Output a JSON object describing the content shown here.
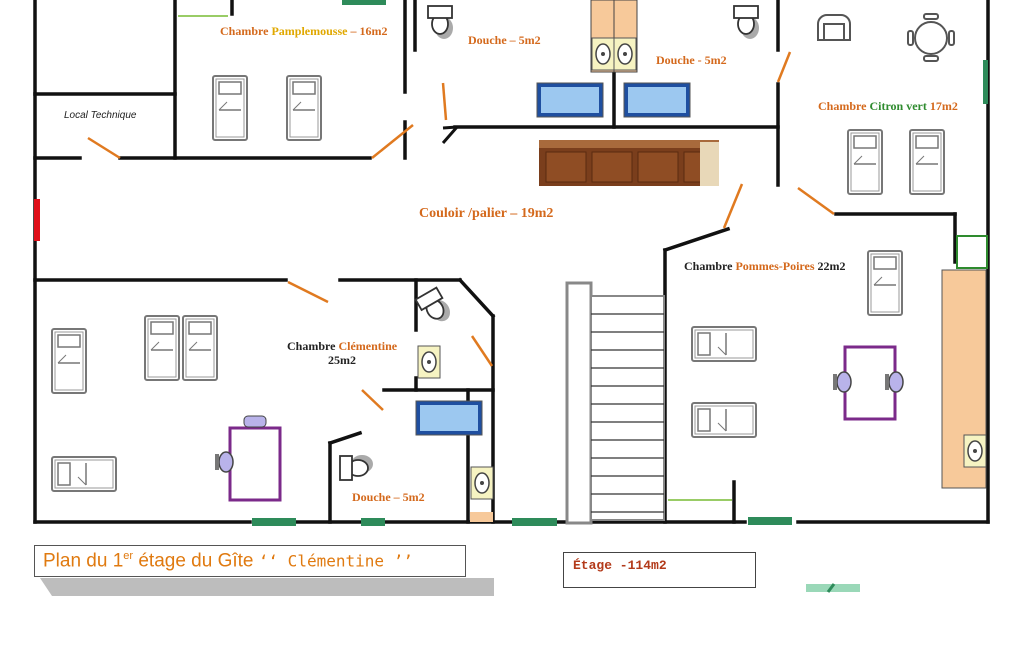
{
  "rooms": {
    "pamplemousse": {
      "prefix": "Chambre ",
      "name": "Pamplemousse",
      "suffix": " – 16m2"
    },
    "local_technique": "Local Technique",
    "douche_1": "Douche – 5m2",
    "douche_2": "Douche - 5m2",
    "citron": {
      "prefix": "Chambre ",
      "name": "Citron vert",
      "suffix": "  17m2"
    },
    "couloir": "Couloir /palier – 19m2",
    "pommes": {
      "prefix": "Chambre ",
      "name": "Pommes-Poires",
      "suffix": "  22m2"
    },
    "clementine": {
      "prefix": "Chambre ",
      "name": "Clémentine",
      "area": "25m2"
    },
    "douche_3": "Douche – 5m2"
  },
  "title": {
    "main": "Plan du 1",
    "sup": "er",
    "rest": " étage du Gîte ",
    "quoted": "‘‘ Clémentine ’’"
  },
  "floor_area": "Étage -114m2",
  "colors": {
    "wall": "#111111",
    "door": "#e07a20",
    "window": "#2e8b5a",
    "bed": "#666666",
    "table": "#7b2a8a",
    "tub": "#1f4fa0",
    "tub_fill": "#9cc8f0",
    "wood": "#f7c99a"
  }
}
